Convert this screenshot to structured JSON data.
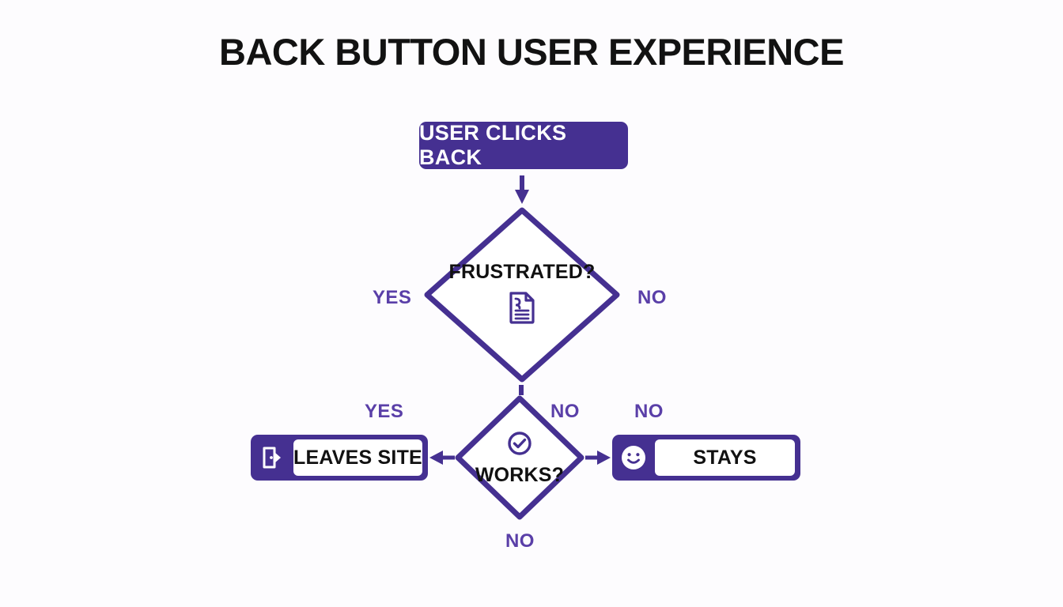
{
  "page": {
    "title": "BACK BUTTON USER EXPERIENCE",
    "background_color": "#fdfcfe"
  },
  "theme": {
    "accent_purple": "#453091",
    "label_purple": "#5a3fa8",
    "text_black": "#111111",
    "box_fill_white": "#ffffff"
  },
  "chart_data": {
    "type": "diagram",
    "diagram_kind": "flowchart",
    "title": "BACK BUTTON USER EXPERIENCE",
    "nodes": [
      {
        "id": "start",
        "shape": "rounded-rect",
        "label": "USER CLICKS BACK",
        "icon": null,
        "fill": "#453091",
        "text_color": "#ffffff"
      },
      {
        "id": "frustrated",
        "shape": "diamond",
        "label": "FRUSTRATED?",
        "icon": "document-icon",
        "fill": "#ffffff",
        "text_color": "#111111"
      },
      {
        "id": "works",
        "shape": "diamond",
        "label": "WORKS?",
        "icon": "check-circle-icon",
        "fill": "#ffffff",
        "text_color": "#111111"
      },
      {
        "id": "leaves",
        "shape": "rounded-rect",
        "label": "LEAVES SITE",
        "icon": "exit-door-icon",
        "fill": "#453091",
        "text_color": "#111111"
      },
      {
        "id": "stays",
        "shape": "rounded-rect",
        "label": "STAYS",
        "icon": "smiley-face-icon",
        "fill": "#453091",
        "text_color": "#111111"
      }
    ],
    "edges": [
      {
        "from": "start",
        "to": "frustrated",
        "label": "",
        "arrow": "down"
      },
      {
        "from": "frustrated",
        "to": "works",
        "label": "",
        "arrow": "none"
      },
      {
        "from": "works",
        "to": "leaves",
        "label": "YES",
        "arrow": "left"
      },
      {
        "from": "works",
        "to": "stays",
        "label": "NO",
        "arrow": "right"
      }
    ],
    "branch_labels": [
      {
        "id": "frustrated-yes",
        "text": "YES"
      },
      {
        "id": "frustrated-no",
        "text": "NO"
      },
      {
        "id": "works-yes",
        "text": "YES"
      },
      {
        "id": "works-no-mid",
        "text": "NO"
      },
      {
        "id": "works-no-right",
        "text": "NO"
      },
      {
        "id": "works-no-bottom",
        "text": "NO"
      }
    ]
  },
  "start_box": {
    "label": "USER CLICKS BACK"
  },
  "diamonds": {
    "frustrated": {
      "label": "FRUSTRATED?",
      "icon": "document-icon"
    },
    "works": {
      "label": "WORKS?",
      "icon": "check-circle-icon"
    }
  },
  "labels": {
    "frustrated_yes": "YES",
    "frustrated_no": "NO",
    "works_yes": "YES",
    "works_no_mid": "NO",
    "works_no_right": "NO",
    "works_no_bottom": "NO"
  },
  "outcomes": {
    "leaves_site": {
      "label": "LEAVES SITE",
      "icon": "exit-door-icon"
    },
    "stays": {
      "label": "STAYS",
      "icon": "smiley-face-icon"
    }
  }
}
